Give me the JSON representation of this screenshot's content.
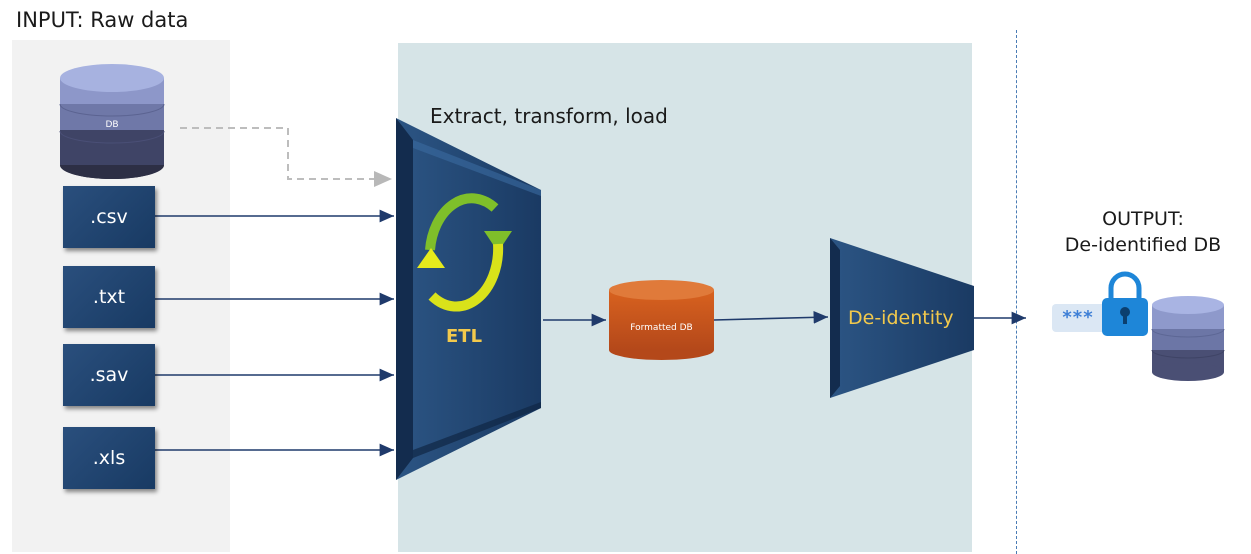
{
  "input": {
    "title": "INPUT: Raw data",
    "db_label": "DB"
  },
  "files": [
    ".csv",
    ".txt",
    ".sav",
    ".xls"
  ],
  "etl": {
    "caption": "Extract, transform, load",
    "label": "ETL"
  },
  "formatted_db": {
    "label": "Formatted DB"
  },
  "deidentity": {
    "label": "De-identity"
  },
  "output": {
    "line1": "OUTPUT:",
    "line2": "De-identified DB",
    "mask_text": "***"
  },
  "colors": {
    "navy": "#1f3e66",
    "label_yellow": "#f2c94c",
    "orange_db": "#c2531a",
    "arrow": "#1f3a6b",
    "panel_gray": "#f2f2f2",
    "panel_blue": "#d6e4e7"
  }
}
